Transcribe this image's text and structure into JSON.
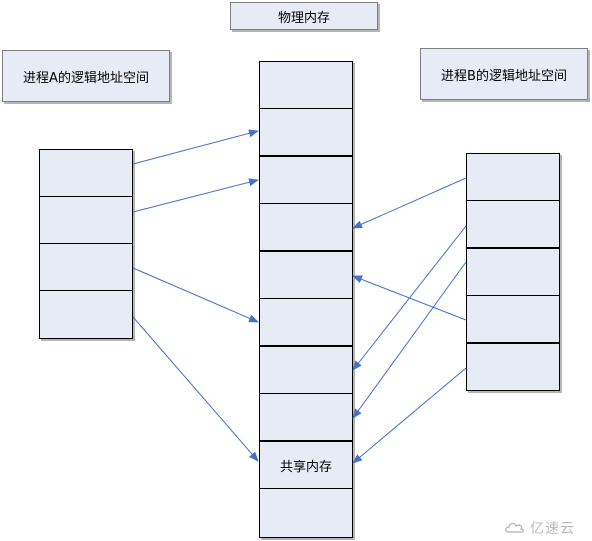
{
  "labels": {
    "physical_memory": "物理内存",
    "process_a_space": "进程A的逻辑地址空间",
    "process_b_space": "进程B的逻辑地址空间"
  },
  "physical_memory": {
    "shared_label": "共享内存"
  },
  "watermark": {
    "text": "亿速云"
  },
  "colors": {
    "box_fill": "#e6ebf5",
    "arrow": "#4472c4"
  }
}
